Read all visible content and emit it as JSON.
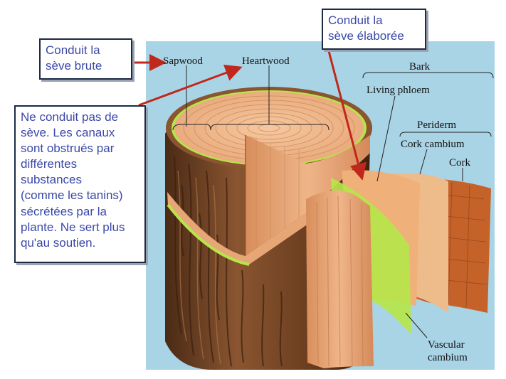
{
  "callouts": {
    "raw_sap": "Conduit la\nsève brute",
    "elaborated_sap": "Conduit la\nsève élaborée",
    "heartwood_note": "Ne conduit pas de\nsève. Les canaux\nsont obstrués par\ndifférentes\nsubstances\n(comme les tanins)\nsécrétées par la\nplante. Ne sert plus\nqu'au soutien."
  },
  "labels": {
    "sapwood": "Sapwood",
    "heartwood": "Heartwood",
    "bark": "Bark",
    "living_phloem": "Living phloem",
    "periderm": "Periderm",
    "cork_cambium": "Cork cambium",
    "cork": "Cork",
    "vascular_line1": "Vascular",
    "vascular_line2": "cambium"
  },
  "colors": {
    "panel_bg": "#a9d4e6",
    "arrow": "#c0281c",
    "callout_text": "#3b48a8",
    "wood": "#e9a879",
    "bark": "#7a4a2a",
    "cambium_green": "#b6e54a"
  }
}
